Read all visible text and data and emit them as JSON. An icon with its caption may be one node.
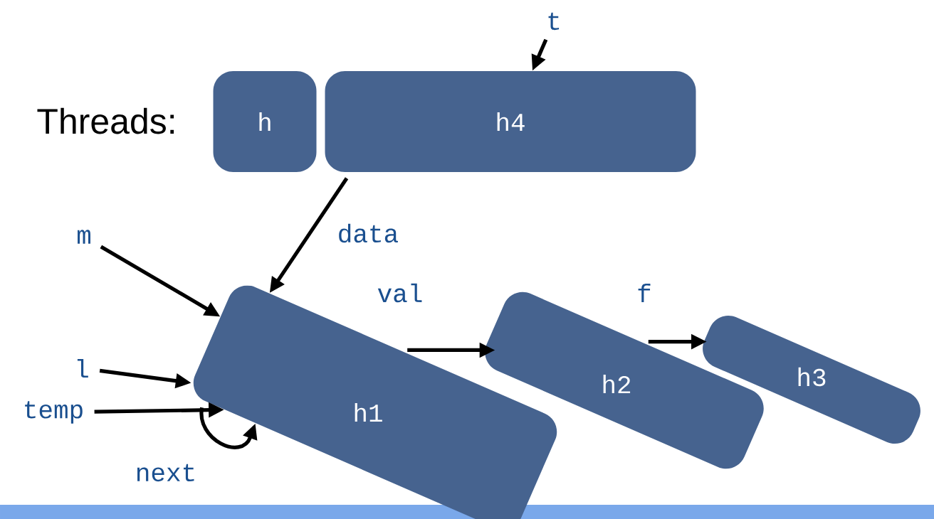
{
  "diagram": {
    "nodes": [
      {
        "text": [
          "h"
        ]
      },
      {
        "text": [
          "h4"
        ]
      },
      {
        "text": [
          "h1"
        ]
      },
      {
        "text": [
          "h2"
        ]
      },
      {
        "text": [
          "h3"
        ]
      },
      {
        "text": [
          "t"
        ]
      },
      {
        "text": [
          "m"
        ]
      },
      {
        "text": [
          "l"
        ]
      },
      {
        "text": [
          "temp"
        ]
      }
    ],
    "edges": [
      {
        "from": 5,
        "to": 1,
        "arrow": "to"
      },
      {
        "from": 1,
        "to": 2,
        "arrow": "to",
        "label": "data"
      },
      {
        "from": 6,
        "to": 2,
        "arrow": "to"
      },
      {
        "from": 7,
        "to": 2,
        "arrow": "to"
      },
      {
        "from": 8,
        "to": 2,
        "arrow": "to"
      },
      {
        "from": 2,
        "to": 3,
        "arrow": "to",
        "label": "val"
      },
      {
        "from": 3,
        "to": 4,
        "arrow": "to",
        "label": "f"
      },
      {
        "from": 2,
        "to": 2,
        "arrow": "to",
        "label": "next"
      }
    ],
    "labels": [
      "Threads:"
    ]
  }
}
